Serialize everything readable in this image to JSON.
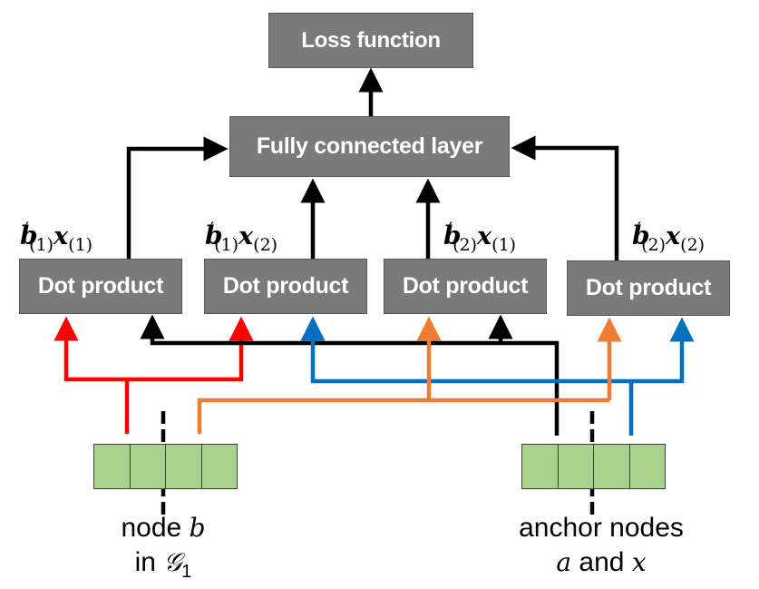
{
  "diagram": {
    "boxes": {
      "loss": "Loss function",
      "fc": "Fully connected layer",
      "dot_products": [
        "Dot product",
        "Dot product",
        "Dot product",
        "Dot product"
      ]
    },
    "dot_labels": [
      {
        "b": "b",
        "prime": "′",
        "b_sub": "(1)",
        "x": "x",
        "x_sub": "(1)"
      },
      {
        "b": "b",
        "prime": "′",
        "b_sub": "(1)",
        "x": "x",
        "x_sub": "(2)"
      },
      {
        "b": "b",
        "prime": "′",
        "b_sub": "(2)",
        "x": "x",
        "x_sub": "(1)"
      },
      {
        "b": "b",
        "prime": "′",
        "b_sub": "(2)",
        "x": "x",
        "x_sub": "(2)"
      }
    ],
    "captions": {
      "left_line1_text": "node ",
      "left_line1_var": "b",
      "left_line2_text": "in ",
      "left_line2_var": "𝒢",
      "left_line2_sub": "1",
      "right_line1": "anchor nodes",
      "right_line2_var1": "a",
      "right_line2_text": " and ",
      "right_line2_var2": "x"
    },
    "embedding_cells": 4,
    "colors": {
      "box_fill": "#7a7a7a",
      "embedding_fill": "#a9d18e",
      "wire_red": "#ff0000",
      "wire_orange": "#ed7d31",
      "wire_blue": "#0070c0",
      "wire_black": "#000000"
    }
  }
}
